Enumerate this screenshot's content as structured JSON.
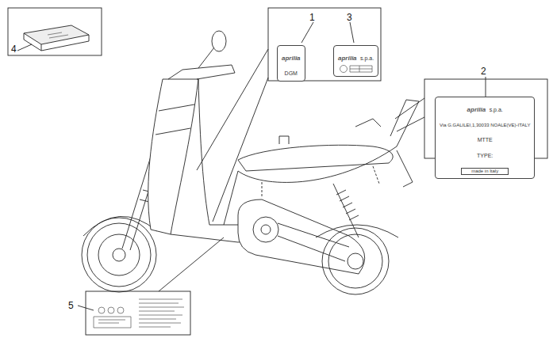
{
  "diagram": {
    "nodes": [
      {
        "text": [
          "aprilia",
          "DGM"
        ]
      },
      {
        "text": [
          "aprilia",
          "s.p.a."
        ]
      },
      {
        "text": [
          "aprilia",
          "s.p.a.",
          "Via G.GALILEI,1,30033 NOALE(VE)-ITALY",
          "MTTE",
          "TYPE:",
          "made in Italy"
        ]
      }
    ],
    "labels": [
      "1",
      "3",
      "2",
      "4",
      "5"
    ]
  }
}
